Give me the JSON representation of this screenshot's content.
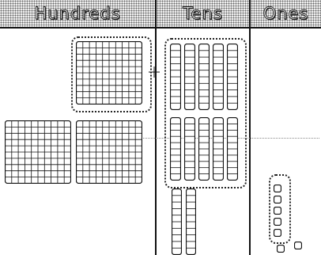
{
  "columns": {
    "hundreds": {
      "label": "Hundreds",
      "flats_selected": 1,
      "flats_unselected": 2
    },
    "tens": {
      "label": "Tens",
      "rods_selected": 10,
      "rods_unselected": 2
    },
    "ones": {
      "label": "Ones",
      "units_selected": 5,
      "units_unselected": 2
    }
  },
  "colors": {
    "ink": "#111111",
    "background": "#ffffff",
    "header_stipple": "#666666"
  }
}
